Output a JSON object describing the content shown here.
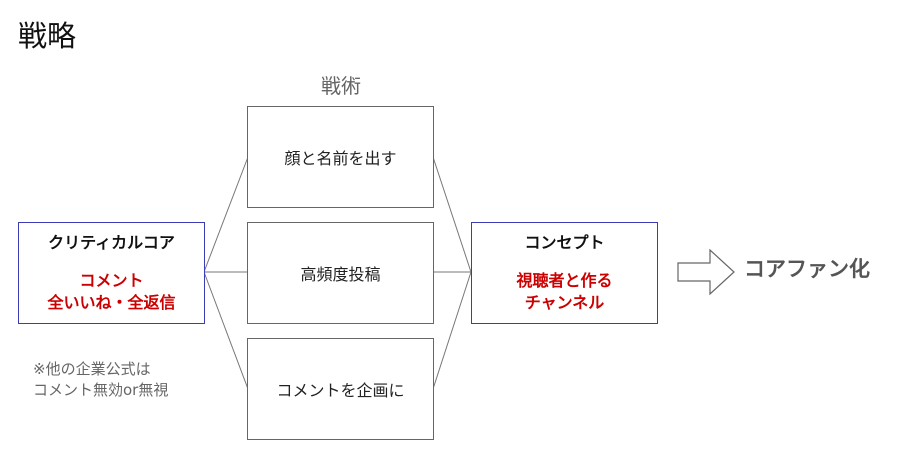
{
  "title": "戦略",
  "tactics_label": "戦術",
  "critical_core": {
    "heading": "クリティカルコア",
    "lines": [
      "コメント",
      "全いいね・全返信"
    ]
  },
  "tactics": [
    {
      "label": "顔と名前を出す"
    },
    {
      "label": "高頻度投稿"
    },
    {
      "label": "コメントを企画に"
    }
  ],
  "concept": {
    "heading": "コンセプト",
    "lines": [
      "視聴者と作る",
      "チャンネル"
    ]
  },
  "note": {
    "lines": [
      "※他の企業公式は",
      "コメント無効or無視"
    ]
  },
  "result": "コアファン化",
  "colors": {
    "accent_red": "#cc0000",
    "box_blue_border": "#3c3cb4",
    "box_gray_border": "#666666"
  },
  "icons": {
    "arrow": "right-arrow-icon"
  }
}
